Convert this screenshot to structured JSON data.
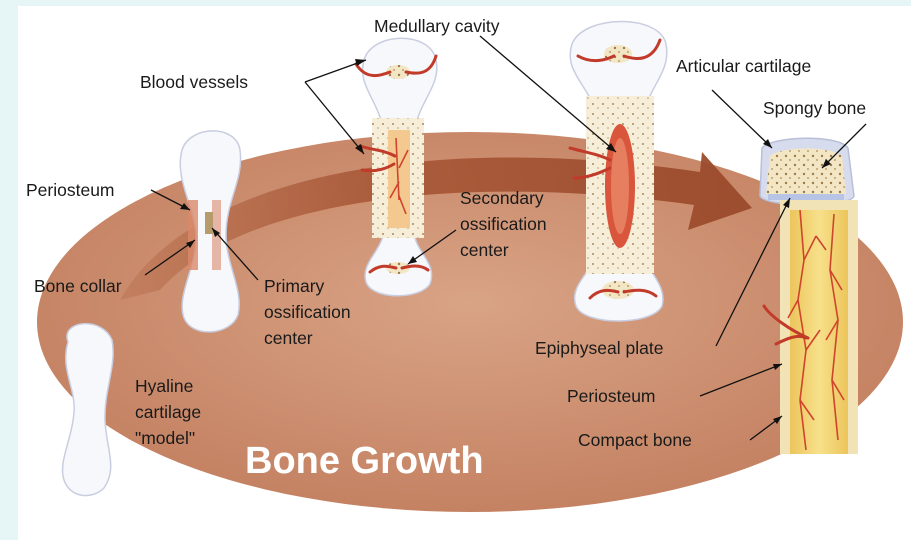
{
  "title": "Bone Growth",
  "labels": {
    "medullary_cavity": "Medullary cavity",
    "blood_vessels": "Blood vessels",
    "articular_cartilage": "Articular cartilage",
    "spongy_bone": "Spongy bone",
    "periosteum_left": "Periosteum",
    "bone_collar": "Bone collar",
    "primary_ossification": [
      "Primary",
      "ossification",
      "center"
    ],
    "secondary_ossification": [
      "Secondary",
      "ossification",
      "center"
    ],
    "hyaline_cartilage": [
      "Hyaline",
      "cartilage",
      "\"model\""
    ],
    "epiphyseal_plate": "Epiphyseal plate",
    "periosteum_right": "Periosteum",
    "compact_bone": "Compact bone"
  },
  "colors": {
    "background": "#e6f6f7",
    "ellipse": "#c98666",
    "arrow": "#9d4f31",
    "vessel": "#c23a2a",
    "marrow": "#f3d57a"
  }
}
